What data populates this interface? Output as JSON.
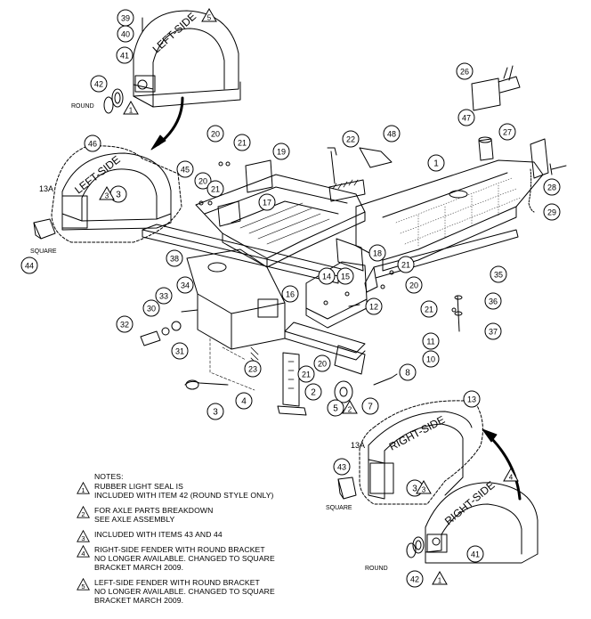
{
  "diagram": {
    "callouts": [
      "1",
      "2",
      "3",
      "4",
      "5",
      "7",
      "8",
      "10",
      "11",
      "12",
      "13",
      "14",
      "15",
      "16",
      "17",
      "18",
      "19",
      "20",
      "21",
      "22",
      "23",
      "26",
      "27",
      "28",
      "29",
      "30",
      "31",
      "32",
      "33",
      "34",
      "35",
      "36",
      "37",
      "38",
      "39",
      "40",
      "41",
      "42",
      "43",
      "44",
      "45",
      "46",
      "47",
      "48"
    ],
    "labels": {
      "left_side": "LEFT-SIDE",
      "right_side": "RIGHT-SIDE",
      "round": "ROUND",
      "square": "SQUARE",
      "sub_13a": "13A"
    },
    "note_triangles": [
      "1",
      "2",
      "3",
      "4",
      "5"
    ]
  },
  "notes": {
    "header": "NOTES:",
    "items": [
      {
        "num": "1",
        "text": "RUBBER LIGHT SEAL IS\nINCLUDED WITH ITEM 42 (ROUND STYLE ONLY)"
      },
      {
        "num": "2",
        "text": "FOR AXLE PARTS BREAKDOWN\nSEE AXLE ASSEMBLY"
      },
      {
        "num": "3",
        "text": "INCLUDED WITH ITEMS 43 AND 44"
      },
      {
        "num": "4",
        "text": "RIGHT-SIDE FENDER WITH ROUND BRACKET\nNO LONGER AVAILABLE. CHANGED TO SQUARE\nBRACKET MARCH 2009."
      },
      {
        "num": "5",
        "text": "LEFT-SIDE FENDER WITH ROUND BRACKET\nNO LONGER AVAILABLE. CHANGED TO SQUARE\nBRACKET MARCH 2009."
      }
    ]
  }
}
